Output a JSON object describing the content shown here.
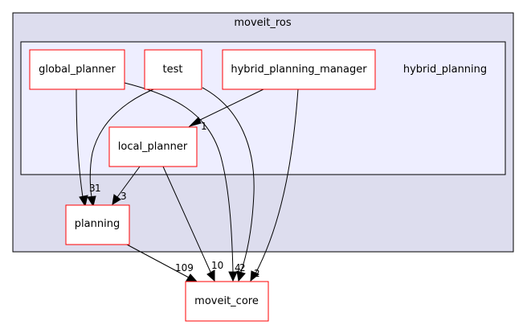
{
  "diagram": {
    "clusters": {
      "outer": {
        "label": "moveit_ros"
      },
      "inner": {
        "label": "hybrid_planning"
      }
    },
    "nodes": {
      "global_planner": {
        "label": "global_planner"
      },
      "test": {
        "label": "test"
      },
      "hybrid_planning_manager": {
        "label": "hybrid_planning_manager"
      },
      "local_planner": {
        "label": "local_planner"
      },
      "planning": {
        "label": "planning"
      },
      "moveit_core": {
        "label": "moveit_core"
      }
    },
    "edges": [
      {
        "from": "hybrid_planning_manager",
        "to": "local_planner",
        "label": "1"
      },
      {
        "from": "test",
        "to": "planning",
        "label": "1"
      },
      {
        "from": "global_planner",
        "to": "planning",
        "label": "3"
      },
      {
        "from": "local_planner",
        "to": "planning",
        "label": "3"
      },
      {
        "from": "planning",
        "to": "moveit_core",
        "label": "109"
      },
      {
        "from": "local_planner",
        "to": "moveit_core",
        "label": "10"
      },
      {
        "from": "global_planner",
        "to": "moveit_core",
        "label": "4"
      },
      {
        "from": "test",
        "to": "moveit_core",
        "label": "2"
      },
      {
        "from": "hybrid_planning_manager",
        "to": "moveit_core",
        "label": "2"
      }
    ],
    "colors": {
      "outer_fill": "#ddddee",
      "inner_fill": "#eeeeff",
      "node_border": "#ff0000",
      "edge": "#000000"
    }
  }
}
